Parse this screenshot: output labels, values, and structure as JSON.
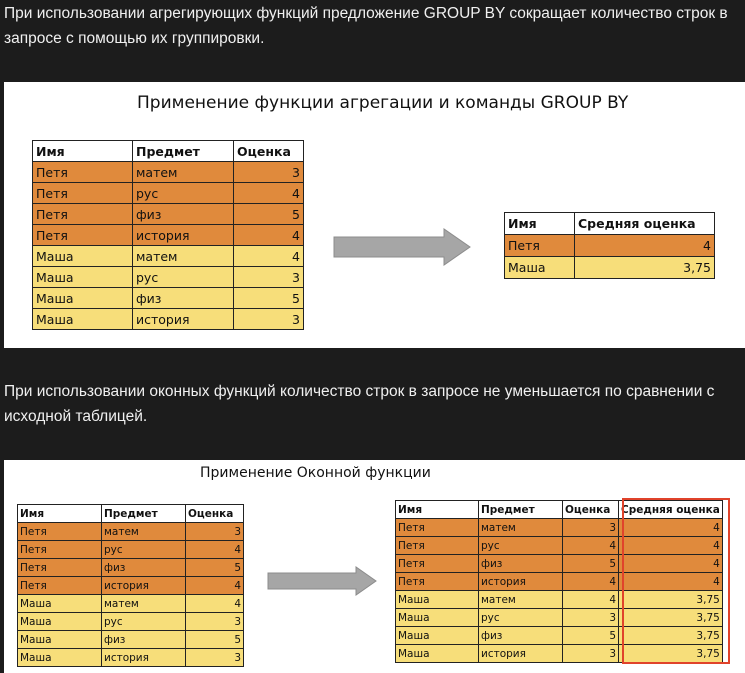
{
  "paragraph1": "При использовании агрегирующих функций предложение GROUP BY сокращает количество строк в запросе с помощью их группировки.",
  "paragraph2": "При использовании оконных функций количество строк в запросе не уменьшается по сравнении с исходной таблицей.",
  "figure1": {
    "title": "Применение функции агрегации и команды GROUP BY",
    "source_table": {
      "headers": [
        "Имя",
        "Предмет",
        "Оценка"
      ],
      "rows": [
        [
          "Петя",
          "матем",
          "3"
        ],
        [
          "Петя",
          "рус",
          "4"
        ],
        [
          "Петя",
          "физ",
          "5"
        ],
        [
          "Петя",
          "история",
          "4"
        ],
        [
          "Маша",
          "матем",
          "4"
        ],
        [
          "Маша",
          "рус",
          "3"
        ],
        [
          "Маша",
          "физ",
          "5"
        ],
        [
          "Маша",
          "история",
          "3"
        ]
      ]
    },
    "result_table": {
      "headers": [
        "Имя",
        "Средняя оценка"
      ],
      "rows": [
        [
          "Петя",
          "4"
        ],
        [
          "Маша",
          "3,75"
        ]
      ]
    }
  },
  "figure2": {
    "title": "Применение Оконной функции",
    "source_table": {
      "headers": [
        "Имя",
        "Предмет",
        "Оценка"
      ],
      "rows": [
        [
          "Петя",
          "матем",
          "3"
        ],
        [
          "Петя",
          "рус",
          "4"
        ],
        [
          "Петя",
          "физ",
          "5"
        ],
        [
          "Петя",
          "история",
          "4"
        ],
        [
          "Маша",
          "матем",
          "4"
        ],
        [
          "Маша",
          "рус",
          "3"
        ],
        [
          "Маша",
          "физ",
          "5"
        ],
        [
          "Маша",
          "история",
          "3"
        ]
      ]
    },
    "result_table": {
      "headers": [
        "Имя",
        "Предмет",
        "Оценка",
        "Средняя оценка"
      ],
      "rows": [
        [
          "Петя",
          "матем",
          "3",
          "4"
        ],
        [
          "Петя",
          "рус",
          "4",
          "4"
        ],
        [
          "Петя",
          "физ",
          "5",
          "4"
        ],
        [
          "Петя",
          "история",
          "4",
          "4"
        ],
        [
          "Маша",
          "матем",
          "4",
          "3,75"
        ],
        [
          "Маша",
          "рус",
          "3",
          "3,75"
        ],
        [
          "Маша",
          "физ",
          "5",
          "3,75"
        ],
        [
          "Маша",
          "история",
          "3",
          "3,75"
        ]
      ]
    }
  },
  "colors": {
    "page_background": "#1c1c1c",
    "text": "#f0f0f0",
    "group_petya": "#e08a3c",
    "group_masha": "#f7de7a",
    "arrow": "#a6a6a6",
    "highlight_border": "#e0432b"
  },
  "icons": [
    "right-arrow-icon",
    "right-arrow-icon"
  ]
}
